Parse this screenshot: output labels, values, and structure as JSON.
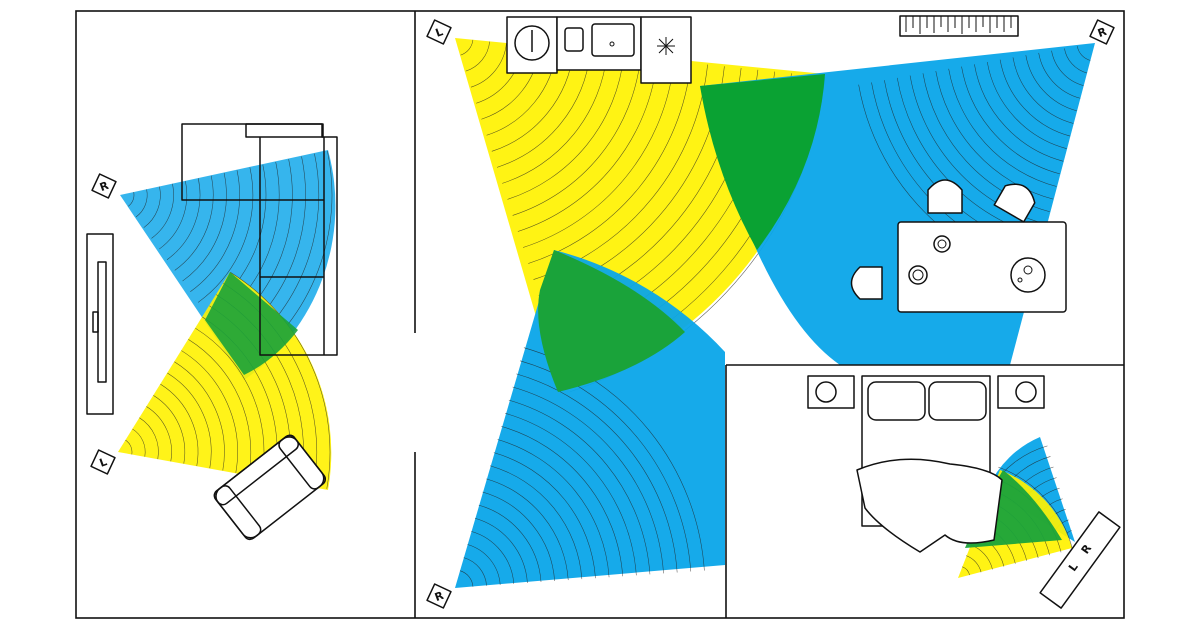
{
  "speakers": {
    "left_label": "L",
    "right_label": "R"
  },
  "colors": {
    "left_coverage": "#fff200",
    "right_coverage": "#0aa5e9",
    "overlap": "#1aa33a",
    "wall": "#111111",
    "background": "#ffffff"
  },
  "rooms": [
    {
      "name": "living-room",
      "speakers": [
        "R",
        "L"
      ]
    },
    {
      "name": "kitchen-dining",
      "speakers": [
        "L",
        "R",
        "R"
      ]
    },
    {
      "name": "bedroom",
      "speakers": [
        "L",
        "R"
      ]
    }
  ]
}
